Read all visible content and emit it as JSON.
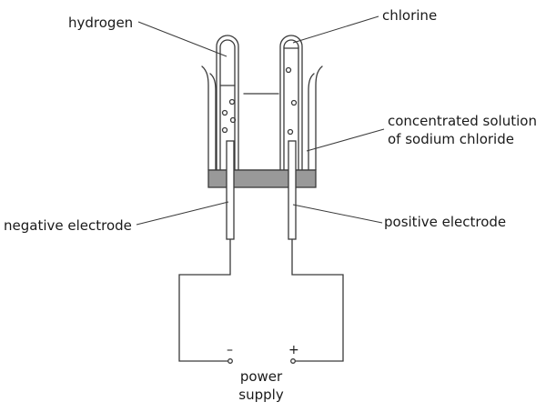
{
  "labels": {
    "hydrogen": "hydrogen",
    "chlorine": "chlorine",
    "solution_line1": "concentrated solution",
    "solution_line2": "of sodium chloride",
    "negative_electrode": "negative electrode",
    "positive_electrode": "positive electrode",
    "power_line1": "power",
    "power_line2": "supply",
    "minus": "–",
    "plus": "+"
  },
  "colors": {
    "line": "#3a3a3a",
    "base": "#999999"
  }
}
